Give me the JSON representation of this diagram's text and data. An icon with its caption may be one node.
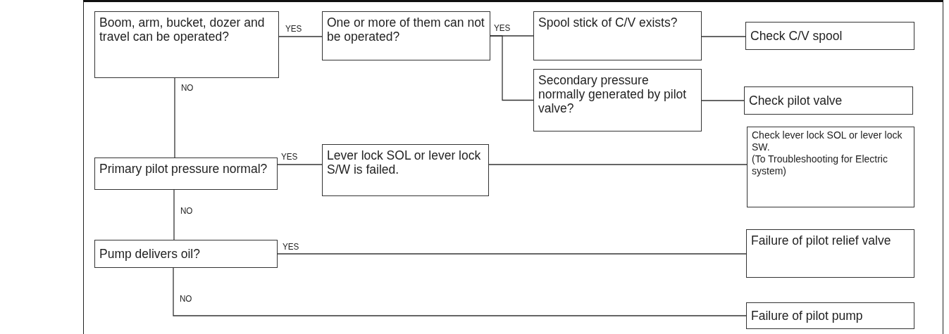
{
  "diagram": {
    "nodes": [
      {
        "text": [
          "Boom, arm, bucket, dozer and travel can be operated?"
        ]
      },
      {
        "text": [
          "One or more of them can not be operated?"
        ]
      },
      {
        "text": [
          "Spool stick of C/V exists?"
        ]
      },
      {
        "text": [
          "Check C/V spool"
        ]
      },
      {
        "text": [
          "Secondary pressure normally generated by pilot valve?"
        ]
      },
      {
        "text": [
          "Check pilot valve"
        ]
      },
      {
        "text": [
          "Primary pilot pressure normal?"
        ]
      },
      {
        "text": [
          "Lever lock SOL or lever lock S/W is failed."
        ]
      },
      {
        "text": [
          "Check lever lock SOL or lever lock SW.",
          "(To Troubleshooting for Electric system)"
        ]
      },
      {
        "text": [
          "Pump delivers oil?"
        ]
      },
      {
        "text": [
          "Failure of pilot relief valve"
        ]
      },
      {
        "text": [
          "Failure of pilot pump"
        ]
      }
    ],
    "edges": [
      {
        "from": 0,
        "to": 1,
        "arrow": "none",
        "label": "YES"
      },
      {
        "from": 1,
        "to": 2,
        "arrow": "none",
        "label": "YES"
      },
      {
        "from": 1,
        "to": 4,
        "arrow": "none"
      },
      {
        "from": 2,
        "to": 3,
        "arrow": "none"
      },
      {
        "from": 4,
        "to": 5,
        "arrow": "none"
      },
      {
        "from": 0,
        "to": 6,
        "arrow": "none",
        "label": "NO"
      },
      {
        "from": 6,
        "to": 7,
        "arrow": "none",
        "label": "YES"
      },
      {
        "from": 7,
        "to": 8,
        "arrow": "none"
      },
      {
        "from": 6,
        "to": 9,
        "arrow": "none",
        "label": "NO"
      },
      {
        "from": 9,
        "to": 10,
        "arrow": "none",
        "label": "YES"
      },
      {
        "from": 9,
        "to": 11,
        "arrow": "none",
        "label": "NO"
      }
    ]
  }
}
